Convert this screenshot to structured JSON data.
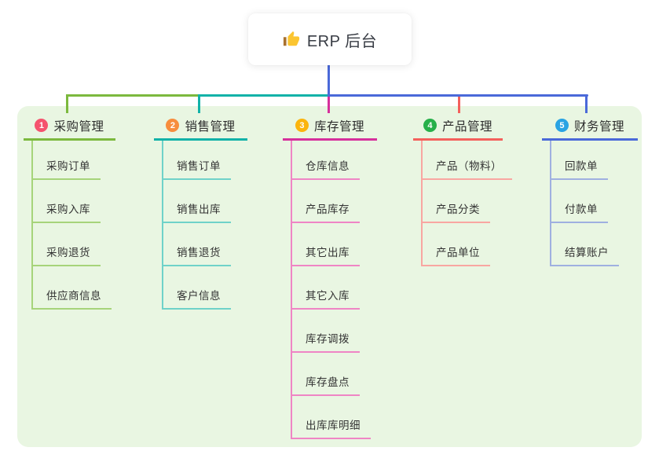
{
  "root": {
    "title": "ERP 后台",
    "icon": "thumbs-up-icon"
  },
  "branches": [
    {
      "badge": "1",
      "label": "采购管理",
      "badge_color": "#f5536e",
      "line_color": "#7cb93e",
      "child_line_color": "#a6d47a",
      "children": [
        "采购订单",
        "采购入库",
        "采购退货",
        "供应商信息"
      ]
    },
    {
      "badge": "2",
      "label": "销售管理",
      "badge_color": "#f78d3d",
      "line_color": "#12b2a8",
      "child_line_color": "#6fd2c9",
      "children": [
        "销售订单",
        "销售出库",
        "销售退货",
        "客户信息"
      ]
    },
    {
      "badge": "3",
      "label": "库存管理",
      "badge_color": "#fbb40d",
      "line_color": "#d6309c",
      "child_line_color": "#ef85c5",
      "children": [
        "仓库信息",
        "产品库存",
        "其它出库",
        "其它入库",
        "库存调拨",
        "库存盘点",
        "出库库明细"
      ]
    },
    {
      "badge": "4",
      "label": "产品管理",
      "badge_color": "#27b04a",
      "line_color": "#f4605c",
      "child_line_color": "#f9a6a1",
      "children": [
        "产品（物料）",
        "产品分类",
        "产品单位"
      ]
    },
    {
      "badge": "5",
      "label": "财务管理",
      "badge_color": "#29a3e3",
      "line_color": "#4a69d9",
      "child_line_color": "#9fb0e0",
      "children": [
        "回款单",
        "付款单",
        "结算账户"
      ]
    }
  ],
  "colors": {
    "panel_background": "#e9f6e2",
    "page_background": "#ffffff",
    "node_text": "#333333",
    "root_text": "#383c44",
    "thumb_hand": "#fbc531",
    "thumb_cuff": "#a9712e"
  }
}
